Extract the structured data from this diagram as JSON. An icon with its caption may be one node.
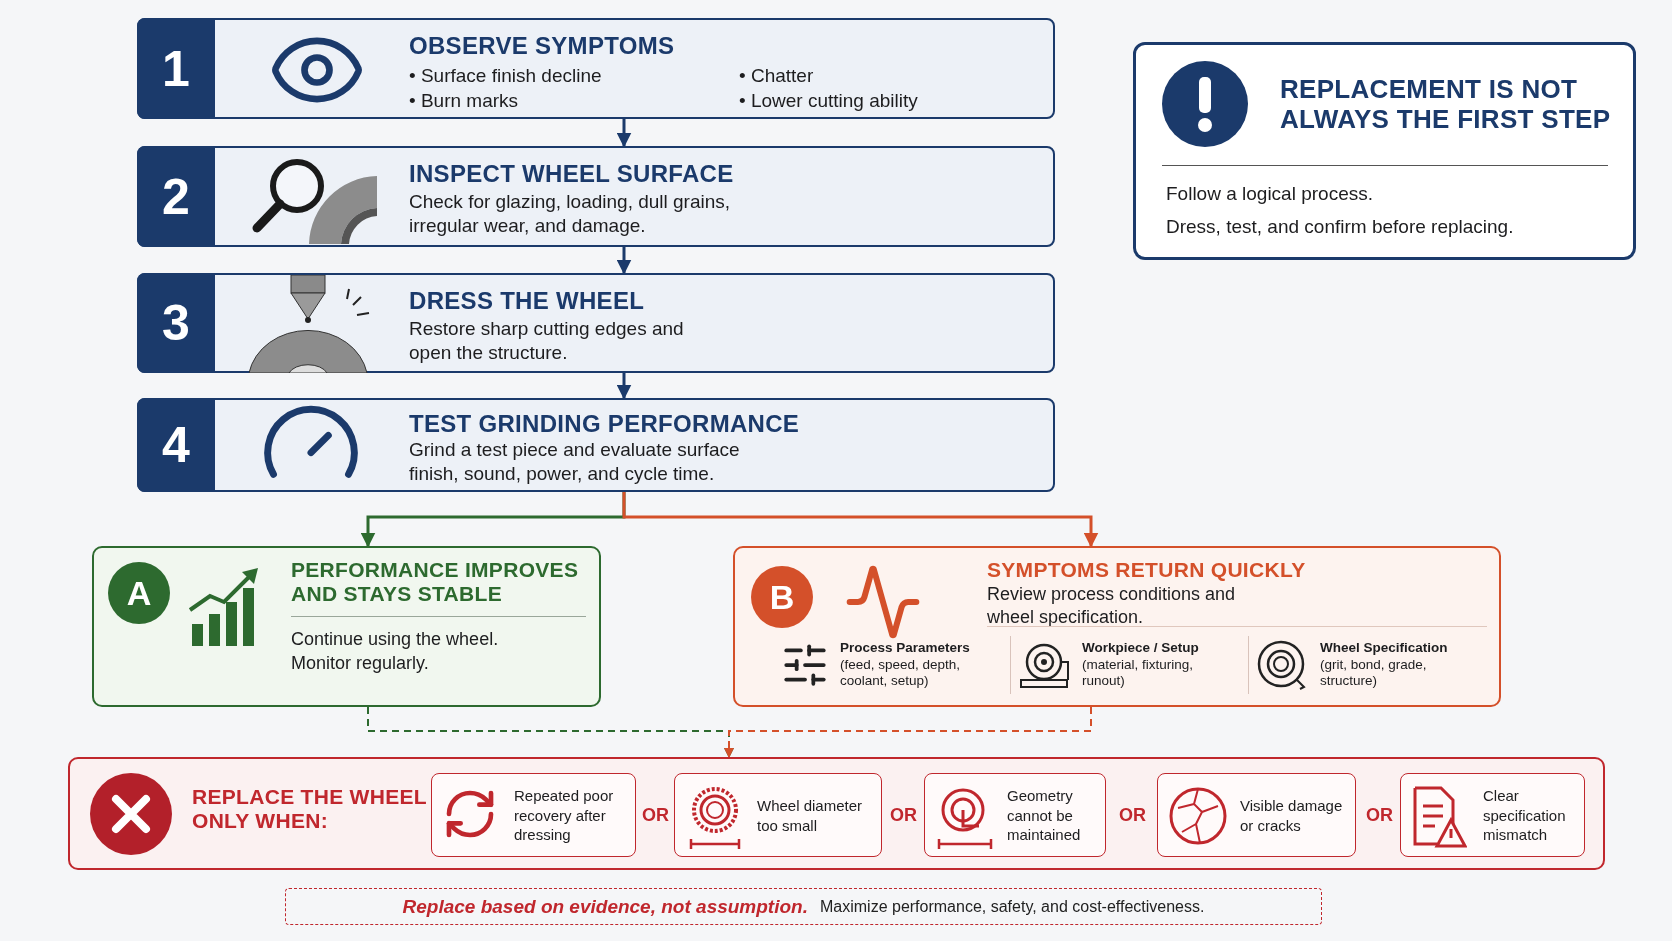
{
  "diagram": {
    "nodes": [
      {
        "text": [
          "1",
          "OBSERVE SYMPTOMS",
          "• Surface finish decline",
          "• Burn marks",
          "• Chatter",
          "• Lower cutting ability"
        ]
      },
      {
        "text": [
          "2",
          "INSPECT WHEEL SURFACE",
          "Check for glazing, loading, dull grains, irregular wear, and damage."
        ]
      },
      {
        "text": [
          "3",
          "DRESS THE WHEEL",
          "Restore sharp cutting edges and open the structure."
        ]
      },
      {
        "text": [
          "4",
          "TEST GRINDING PERFORMANCE",
          "Grind a test piece and evaluate surface finish, sound, power, and cycle time."
        ]
      },
      {
        "text": [
          "A",
          "PERFORMANCE IMPROVES AND STAYS STABLE",
          "Continue using the wheel.",
          "Monitor regularly."
        ]
      },
      {
        "text": [
          "B",
          "SYMPTOMS RETURN QUICKLY",
          "Review process conditions and wheel specification."
        ]
      },
      {
        "text": [
          "Process Parameters",
          "(feed, speed, depth, coolant, setup)"
        ],
        "in": 5
      },
      {
        "text": [
          "Workpiece / Setup",
          "(material, fixturing, runout)"
        ],
        "in": 5
      },
      {
        "text": [
          "Wheel Specification",
          "(grit, bond, grade, structure)"
        ],
        "in": 5
      },
      {
        "text": [
          "REPLACE THE WHEEL ONLY WHEN:"
        ]
      },
      {
        "text": [
          "Repeated poor recovery after dressing"
        ],
        "in": 9
      },
      {
        "text": [
          "Wheel diameter too small"
        ],
        "in": 9
      },
      {
        "text": [
          "Geometry cannot be maintained"
        ],
        "in": 9
      },
      {
        "text": [
          "Visible damage or cracks"
        ],
        "in": 9
      },
      {
        "text": [
          "Clear specification mismatch"
        ],
        "in": 9
      },
      {
        "text": [
          "REPLACEMENT IS NOT ALWAYS THE FIRST STEP",
          "Follow a logical process.",
          "Dress, test, and confirm before replacing."
        ]
      },
      {
        "text": [
          "Replace based on evidence, not assumption.",
          "Maximize performance, safety, and cost-effectiveness."
        ]
      }
    ],
    "edges": [
      {
        "from": 0,
        "to": 1,
        "arrow": "to"
      },
      {
        "from": 1,
        "to": 2,
        "arrow": "to"
      },
      {
        "from": 2,
        "to": 3,
        "arrow": "to"
      },
      {
        "from": 3,
        "to": 4,
        "arrow": "to",
        "color": "#2d6a2f"
      },
      {
        "from": 3,
        "to": 5,
        "arrow": "to",
        "color": "#d4502a"
      },
      {
        "from": 4,
        "to": 9,
        "arrow": "to",
        "style": "dashed",
        "color": "#2d6a2f"
      },
      {
        "from": 5,
        "to": 9,
        "arrow": "to",
        "style": "dashed",
        "color": "#d4502a"
      }
    ],
    "labels": [
      "OR",
      "OR",
      "OR",
      "OR"
    ]
  }
}
